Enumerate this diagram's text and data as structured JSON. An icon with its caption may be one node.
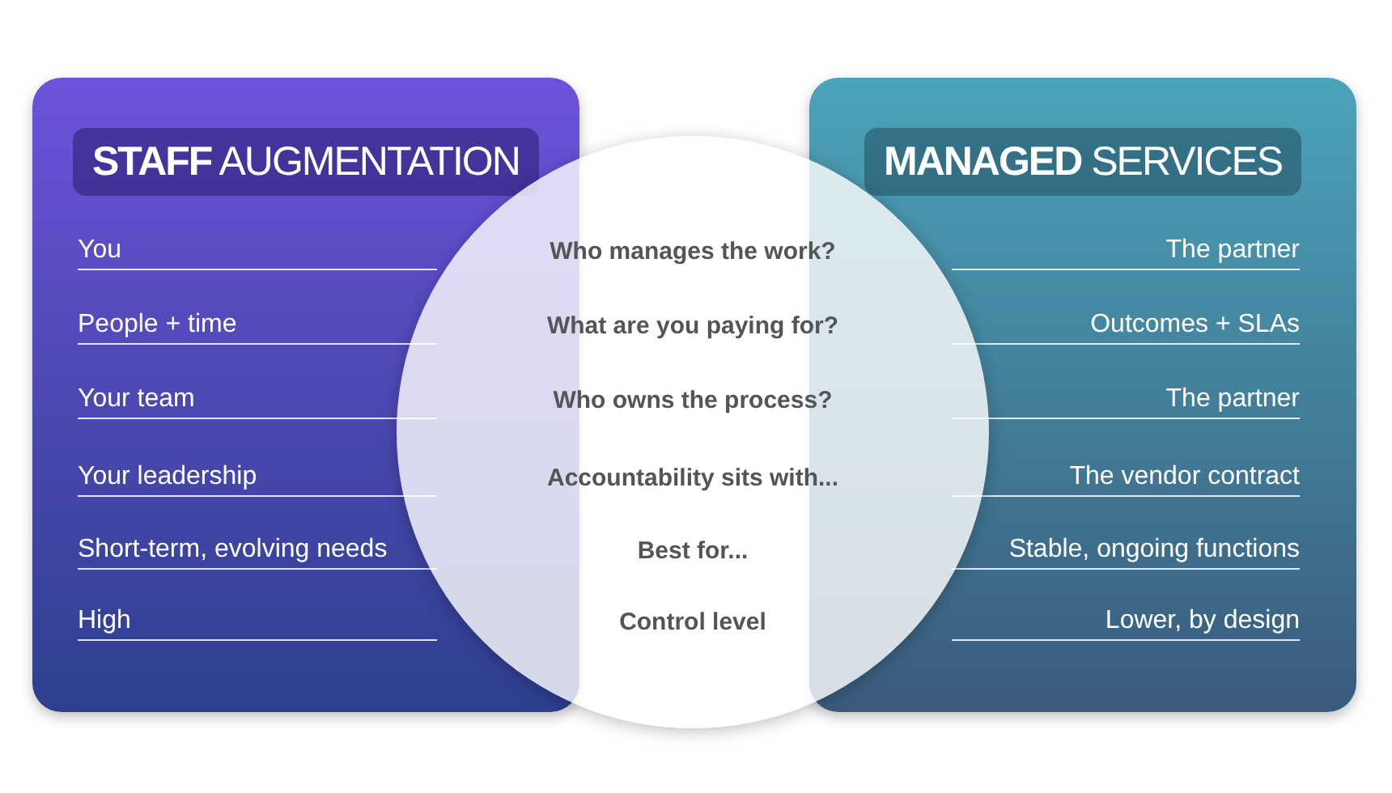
{
  "diagram": {
    "nodes": [
      {
        "text": [
          "**STAFF** AUGMENTATION",
          "You",
          "People + time",
          "Your team",
          "Your leadership",
          "Short-term, evolving needs",
          "High"
        ]
      },
      {
        "text": [
          "Who manages the work?",
          "What are you paying for?",
          "Who owns the process?",
          "Accountability sits with...",
          "Best for...",
          "Control level"
        ]
      },
      {
        "text": [
          "**MANAGED** SERVICES",
          "The partner",
          "Outcomes + SLAs",
          "The partner",
          "The vendor contract",
          "Stable, ongoing functions",
          "Lower, by design"
        ]
      }
    ]
  }
}
